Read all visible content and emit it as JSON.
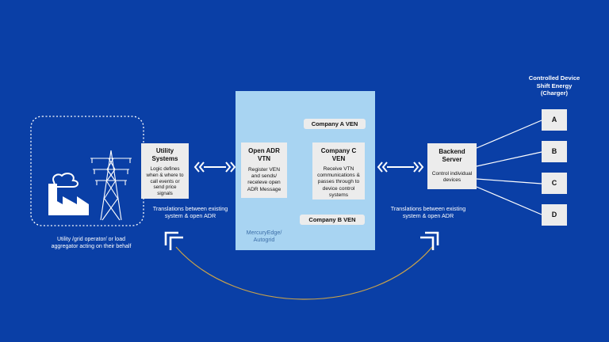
{
  "utility_box": {
    "title": "Utility\nSystems",
    "desc": "Logic defines\nwhen & where to\ncall events or\nsend price\nsignals"
  },
  "vtn_box": {
    "title": "Open ADR\nVTN",
    "desc": "Register VEN\nand sends/\nreceleve open\nADR Message"
  },
  "ven_c_box": {
    "title": "Company C\nVEN",
    "desc": "Receive VTN\ncommunications &\npasses through to\ndevice control\nsystems"
  },
  "company_a": "Company A VEN",
  "company_b": "Company B VEN",
  "mercury": "MercuryEdge/\nAutogrid",
  "backend_box": {
    "title": "Backend\nServer",
    "desc": "Control individual\ndevices"
  },
  "left_caption": "Utility /grid operator/ or load\naggregator acting on their behalf",
  "trans_left": "Translations between existing\nsystem & open ADR",
  "trans_right": "Translations between existing\nsystem & open ADR",
  "devices_title": "Controlled Device\nShift Energy\n(Charger)",
  "devices": [
    "A",
    "B",
    "C",
    "D"
  ],
  "colors": {
    "background": "#0a3fa6",
    "vtn_panel": "#a8d4f2",
    "box": "#ececec",
    "arc": "#c9a24a"
  }
}
